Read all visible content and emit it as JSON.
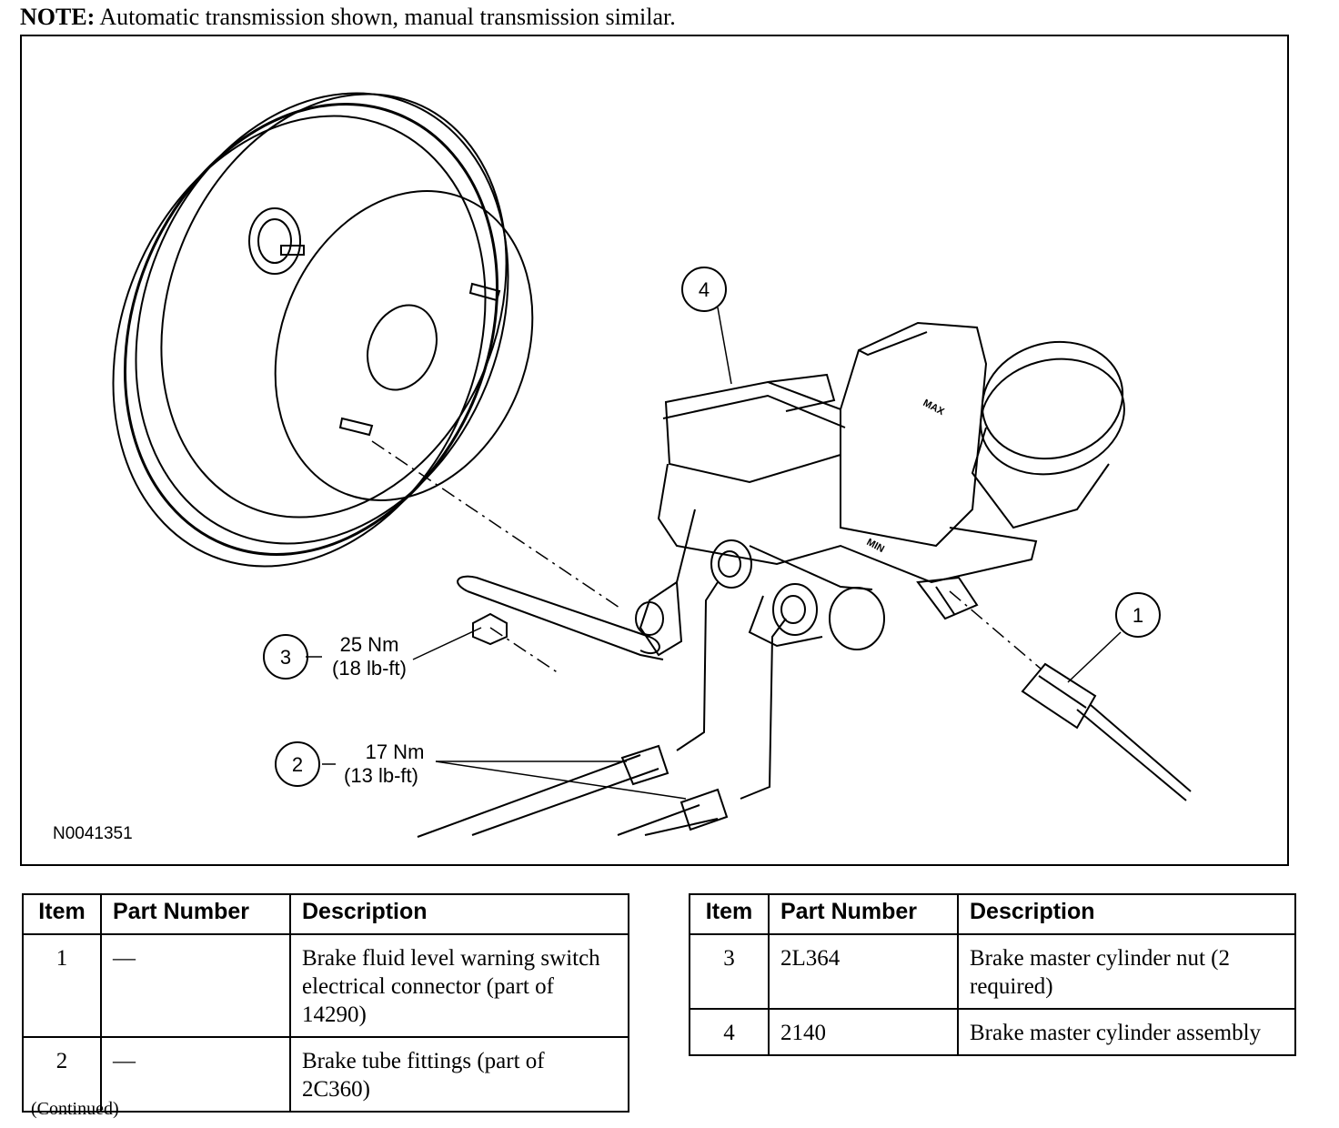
{
  "note": {
    "label": "NOTE:",
    "text": " Automatic transmission shown, manual transmission similar."
  },
  "figure": {
    "id": "N0041351",
    "callouts": [
      {
        "num": "1"
      },
      {
        "num": "2",
        "torque_nm": "17 Nm",
        "torque_lbft": "(13 lb-ft)"
      },
      {
        "num": "3",
        "torque_nm": "25 Nm",
        "torque_lbft": "(18 lb-ft)"
      },
      {
        "num": "4"
      }
    ],
    "reservoir_marks": [
      "MAX",
      "MIN"
    ]
  },
  "tables": {
    "headers": [
      "Item",
      "Part Number",
      "Description"
    ],
    "left_rows": [
      {
        "item": "1",
        "part": "—",
        "desc": "Brake fluid level warning switch electrical connector (part of 14290)"
      },
      {
        "item": "2",
        "part": "—",
        "desc": "Brake tube fittings (part of 2C360)"
      }
    ],
    "right_rows": [
      {
        "item": "3",
        "part": "2L364",
        "desc": "Brake master cylinder nut (2 required)"
      },
      {
        "item": "4",
        "part": "2140",
        "desc": "Brake master cylinder assembly"
      }
    ]
  },
  "continued": "(Continued)"
}
